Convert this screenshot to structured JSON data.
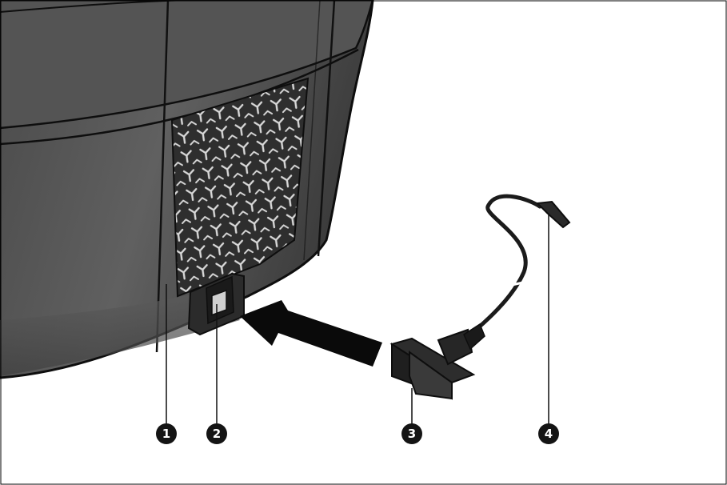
{
  "figure": {
    "description_free": true,
    "colors": {
      "body_dark": "#3f3f3f",
      "body_mid": "#5a5a5a",
      "body_light": "#6e6e6e",
      "outline": "#0e0e0e",
      "callout_fill": "#141414",
      "background": "#ffffff"
    },
    "callouts": [
      {
        "id": "1",
        "label": "1"
      },
      {
        "id": "2",
        "label": "2"
      },
      {
        "id": "3",
        "label": "3"
      },
      {
        "id": "4",
        "label": "4"
      }
    ]
  }
}
